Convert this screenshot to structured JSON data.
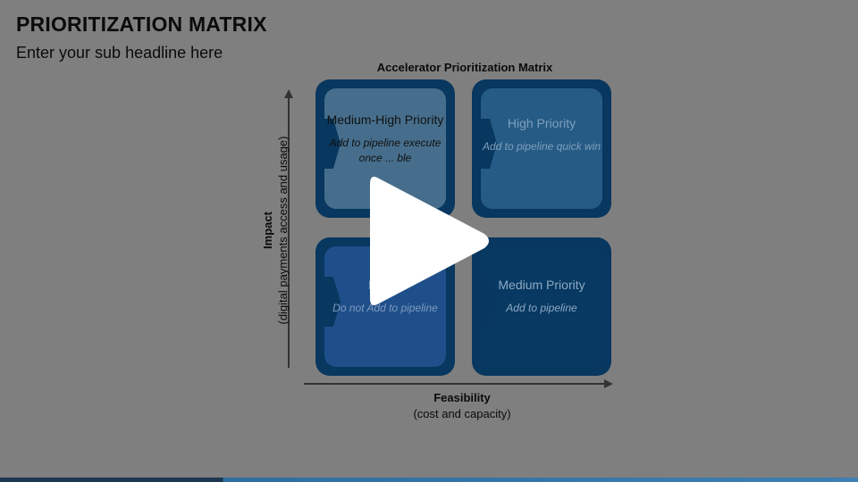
{
  "slide": {
    "title": "PRIORITIZATION MATRIX",
    "subtitle": "Enter your sub headline here"
  },
  "matrix": {
    "title": "Accelerator Prioritization Matrix",
    "y_axis": {
      "label": "Impact",
      "sublabel": "(digital payments access and usage)"
    },
    "x_axis": {
      "label": "Feasibility",
      "sublabel": "(cost and capacity)"
    },
    "quadrants": [
      {
        "id": "medium-high",
        "heading": "Medium-High Priority",
        "detail": "Add to pipeline execute once ... ble"
      },
      {
        "id": "high",
        "heading": "High Priority",
        "detail": "Add to pipeline quick win"
      },
      {
        "id": "low",
        "heading": "Lo... y",
        "detail": "Do not Add to pipeline"
      },
      {
        "id": "medium",
        "heading": "Medium Priority",
        "detail": "Add to pipeline"
      }
    ]
  },
  "player": {
    "button": "play-icon"
  },
  "colors": {
    "background": "#7f7f7f",
    "tile_frame": "#08375f",
    "tile_medium_high": "#466e8c",
    "tile_high": "#265b86",
    "tile_low": "#1f4f8a",
    "tile_medium": "#073962"
  }
}
